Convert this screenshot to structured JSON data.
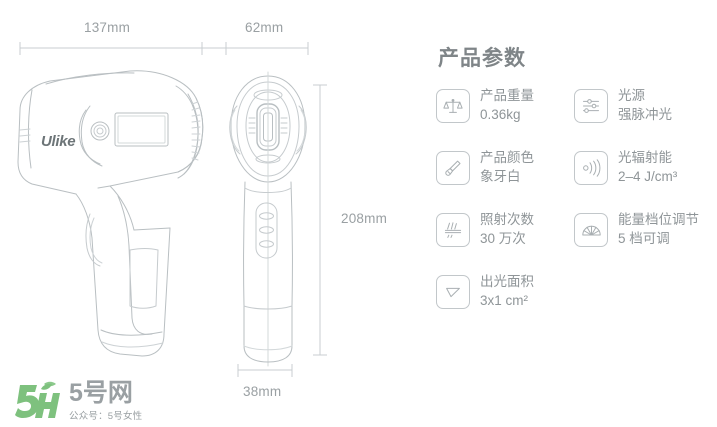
{
  "dimensions": {
    "top_left": "137mm",
    "top_right": "62mm",
    "right": "208mm",
    "bottom": "38mm"
  },
  "product": {
    "brand": "Ulike"
  },
  "spec_panel": {
    "title": "产品参数",
    "items": [
      {
        "icon": "balance-scale-icon",
        "label": "产品重量",
        "value": "0.36kg"
      },
      {
        "icon": "sliders-icon",
        "label": "光源",
        "value": "强脉冲光"
      },
      {
        "icon": "paint-brush-icon",
        "label": "产品颜色",
        "value": "象牙白"
      },
      {
        "icon": "signal-waves-icon",
        "label": "光辐射能",
        "value": "2–4 J/cm³"
      },
      {
        "icon": "light-rays-icon",
        "label": "照射次数",
        "value": "30 万次"
      },
      {
        "icon": "fan-gauge-icon",
        "label": "能量档位调节",
        "value": "5 档可调"
      },
      {
        "icon": "light-window-icon",
        "label": "出光面积",
        "value": "3x1 cm²"
      }
    ]
  },
  "watermark": {
    "title": "5号网",
    "subtitle": "公众号：5号女性",
    "logo_text": "5H",
    "brand_color": "#7ec17e"
  },
  "colors": {
    "line": "#c2c7ca",
    "text": "#8f9598",
    "title": "#7f8588"
  }
}
